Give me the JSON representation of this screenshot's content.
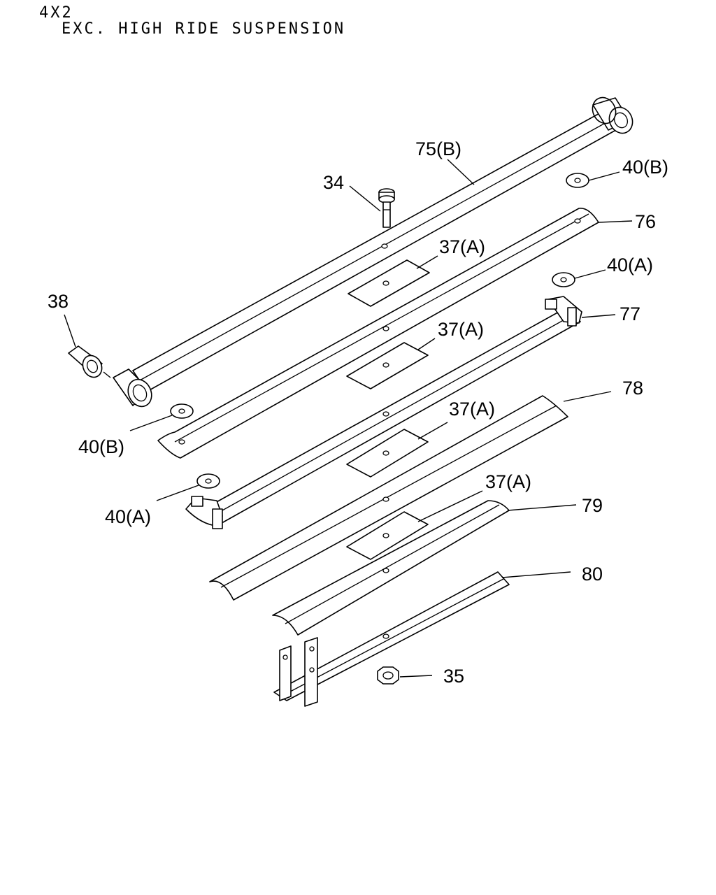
{
  "header": {
    "line1": "4X2",
    "line2": "EXC. HIGH RIDE SUSPENSION"
  },
  "callouts": {
    "c75b": "75(B)",
    "c34": "34",
    "c40b_top": "40(B)",
    "c76": "76",
    "c37a_1": "37(A)",
    "c40a_top": "40(A)",
    "c38": "38",
    "c77": "77",
    "c37a_2": "37(A)",
    "c78": "78",
    "c37a_3": "37(A)",
    "c40b_left": "40(B)",
    "c40a_left": "40(A)",
    "c37a_4": "37(A)",
    "c79": "79",
    "c80": "80",
    "c35": "35"
  }
}
